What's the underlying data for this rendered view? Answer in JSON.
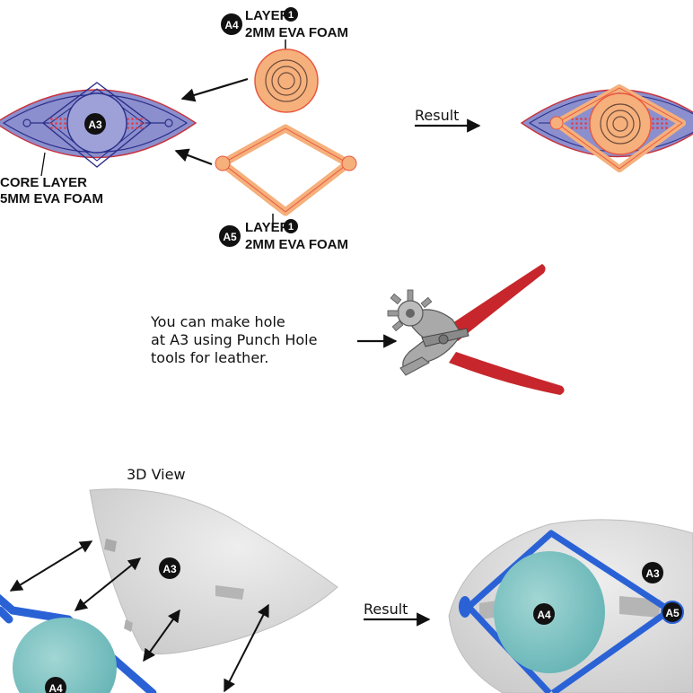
{
  "colors": {
    "core_fill": "#8c8fcd",
    "core_edge": "#c8323c",
    "core_line": "#2a2f8a",
    "layer_fill": "#f5b07c",
    "layer_edge": "#e8583e",
    "dots": "#e23a44",
    "mask_grey": "#d6d6d6",
    "blue_frame": "#2a62d6",
    "teal_disc": "#7fc6c6",
    "plier_red": "#c7262c",
    "arrow": "#111111"
  },
  "labels": {
    "a4_badge": "A4",
    "a4_layer": "LAYER",
    "a4_layer_num": "1",
    "a4_material": "2MM EVA FOAM",
    "a3_badge": "A3",
    "core_line1": "CORE LAYER",
    "core_line2": "5MM EVA FOAM",
    "a5_badge": "A5",
    "a5_layer": "LAYER",
    "a5_layer_num": "1",
    "a5_material": "2MM EVA FOAM",
    "result_top": "Result",
    "punch_line1": "You can make hole",
    "punch_line2": "at A3 using Punch Hole",
    "punch_line3": "tools for leather.",
    "view_3d": "3D View",
    "result_bottom": "Result",
    "badge_3d_a3": "A3",
    "badge_3d_a4": "A4",
    "badge_res_a3": "A3",
    "badge_res_a4": "A4",
    "badge_res_a5": "A5"
  },
  "icons": {
    "pliers": "punch-hole-pliers-icon"
  }
}
